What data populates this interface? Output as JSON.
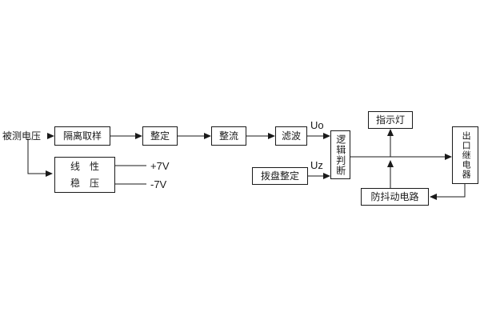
{
  "diagram": {
    "source_label": "被测电压",
    "blocks": {
      "isolation_sampling": "隔离取样",
      "setting": "整定",
      "rectifier": "整流",
      "filter": "滤波",
      "logic_judgment": "逻辑判断",
      "dial_setting": "拨盘整定",
      "indicator_lamp": "指示灯",
      "output_relay": "出口继电器",
      "anti_jitter": "防抖动电路",
      "linear_regulator_line1": "线　性",
      "linear_regulator_line2": "稳　压"
    },
    "signals": {
      "uo": "Uo",
      "uz": "Uz",
      "plus_7v": "+7V",
      "minus_7v": "-7V"
    },
    "colors": {
      "line": "#1a1a1a",
      "background": "#ffffff"
    }
  }
}
